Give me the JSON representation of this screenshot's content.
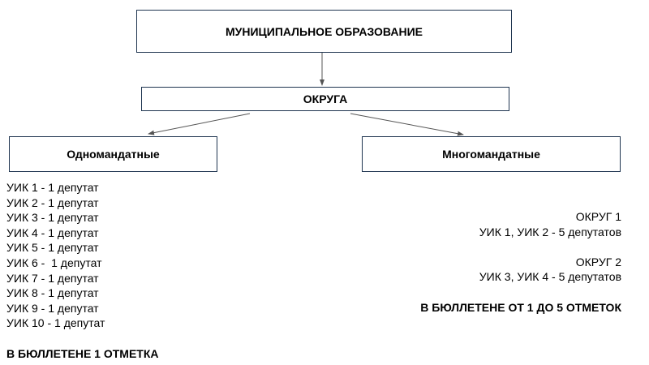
{
  "boxes": {
    "municipality": "МУНИЦИПАЛЬНОЕ ОБРАЗОВАНИЕ",
    "districts": "ОКРУГА",
    "single": "Одномандатные",
    "multi": "Многомандатные"
  },
  "single_list": [
    "УИК 1 - 1 депутат",
    "УИК 2 - 1 депутат",
    "УИК 3 - 1 депутат",
    "УИК 4 - 1 депутат",
    "УИК 5 - 1 депутат",
    "УИК 6 -  1 депутат",
    "УИК 7 - 1 депутат",
    "УИК 8 - 1 депутат",
    "УИК 9 - 1 депутат",
    "УИК 10 - 1 депутат"
  ],
  "single_note": "В БЮЛЛЕТЕНЕ 1 ОТМЕТКА",
  "multi_list": [
    {
      "title": "ОКРУГ 1",
      "detail": "УИК 1, УИК 2 - 5 депутатов"
    },
    {
      "title": "ОКРУГ 2",
      "detail": "УИК 3, УИК 4 - 5 депутатов"
    }
  ],
  "multi_note": "В БЮЛЛЕТЕНЕ ОТ 1 ДО 5 ОТМЕТОК"
}
